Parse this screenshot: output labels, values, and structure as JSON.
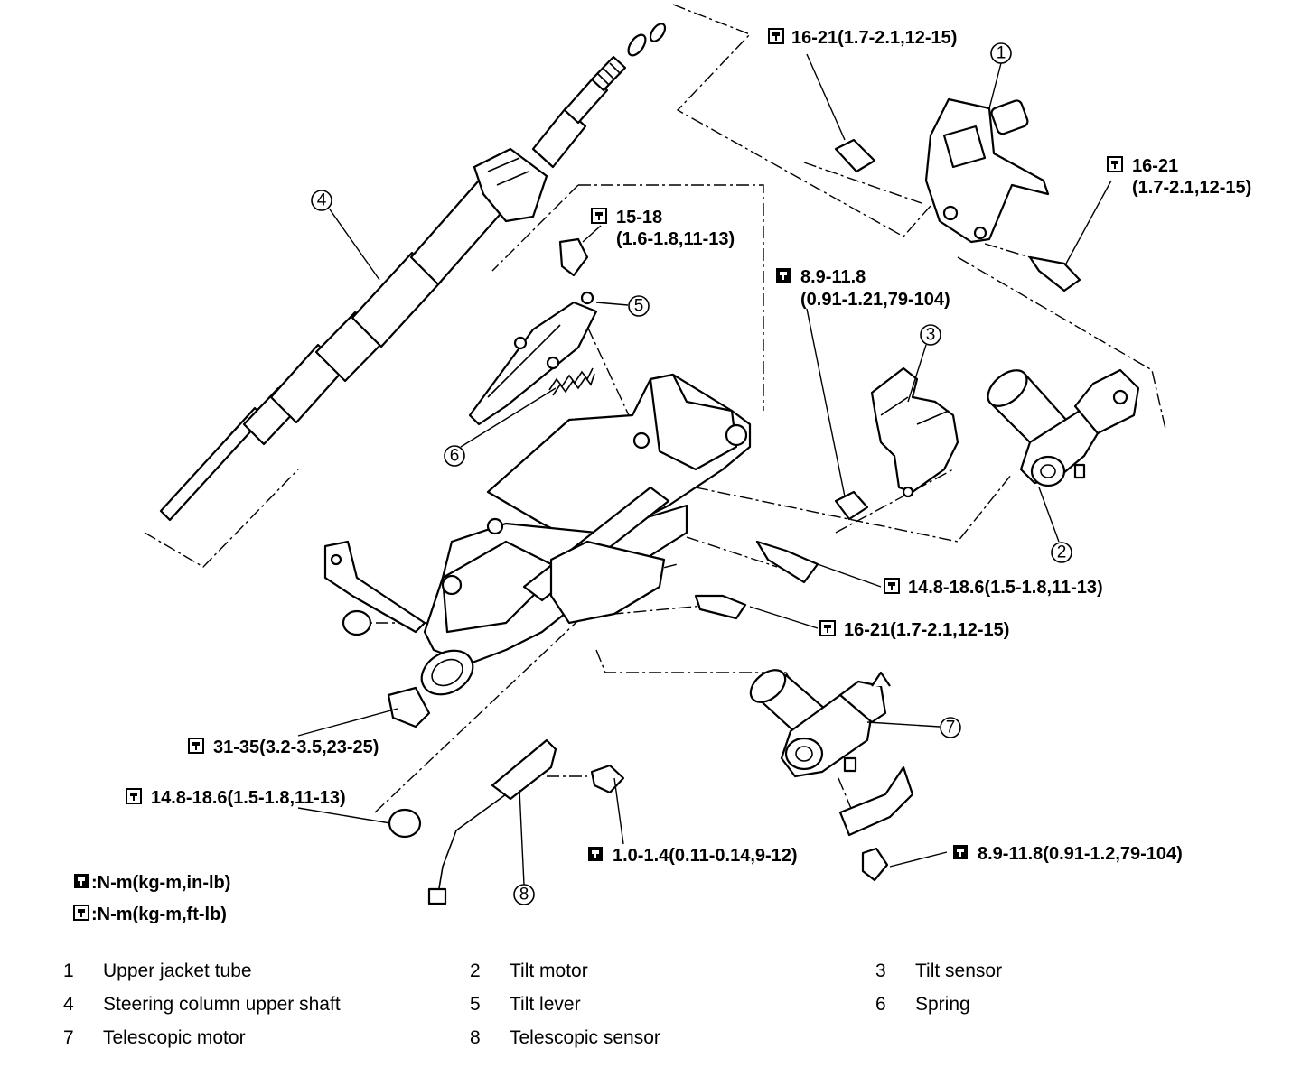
{
  "torque_specs": {
    "bracket_upper_bolt": "16-21(1.7-2.1,12-15)",
    "bracket_right_bolt_a": "16-21",
    "bracket_right_bolt_b": "(1.7-2.1,12-15)",
    "tilt_lever_screw_a": "15-18",
    "tilt_lever_screw_b": "(1.6-1.8,11-13)",
    "tilt_sensor_screw_a": "8.9-11.8",
    "tilt_sensor_screw_b": "(0.91-1.21,79-104)",
    "column_bolt_right": "14.8-18.6(1.5-1.8,11-13)",
    "column_bolt_mid": "16-21(1.7-2.1,12-15)",
    "nut_lower": "31-35(3.2-3.5,23-25)",
    "nut_bottom": "14.8-18.6(1.5-1.8,11-13)",
    "telescopic_sensor_screw": "1.0-1.4(0.11-0.14,9-12)",
    "telescopic_motor_screw": "8.9-11.8(0.91-1.2,79-104)"
  },
  "units": {
    "solid_icon": ":N-m(kg-m,in-lb)",
    "outline_icon": ":N-m(kg-m,ft-lb)"
  },
  "callouts": [
    "1",
    "2",
    "3",
    "4",
    "5",
    "6",
    "7",
    "8"
  ],
  "legend": [
    {
      "num": "1",
      "name": "Upper jacket tube"
    },
    {
      "num": "2",
      "name": "Tilt motor"
    },
    {
      "num": "3",
      "name": "Tilt sensor"
    },
    {
      "num": "4",
      "name": "Steering column upper shaft"
    },
    {
      "num": "5",
      "name": "Tilt lever"
    },
    {
      "num": "6",
      "name": "Spring"
    },
    {
      "num": "7",
      "name": "Telescopic motor"
    },
    {
      "num": "8",
      "name": "Telescopic sensor"
    }
  ],
  "icons": {
    "torque_outline": "torque-wrench-outline-icon",
    "torque_solid": "torque-wrench-solid-icon"
  }
}
